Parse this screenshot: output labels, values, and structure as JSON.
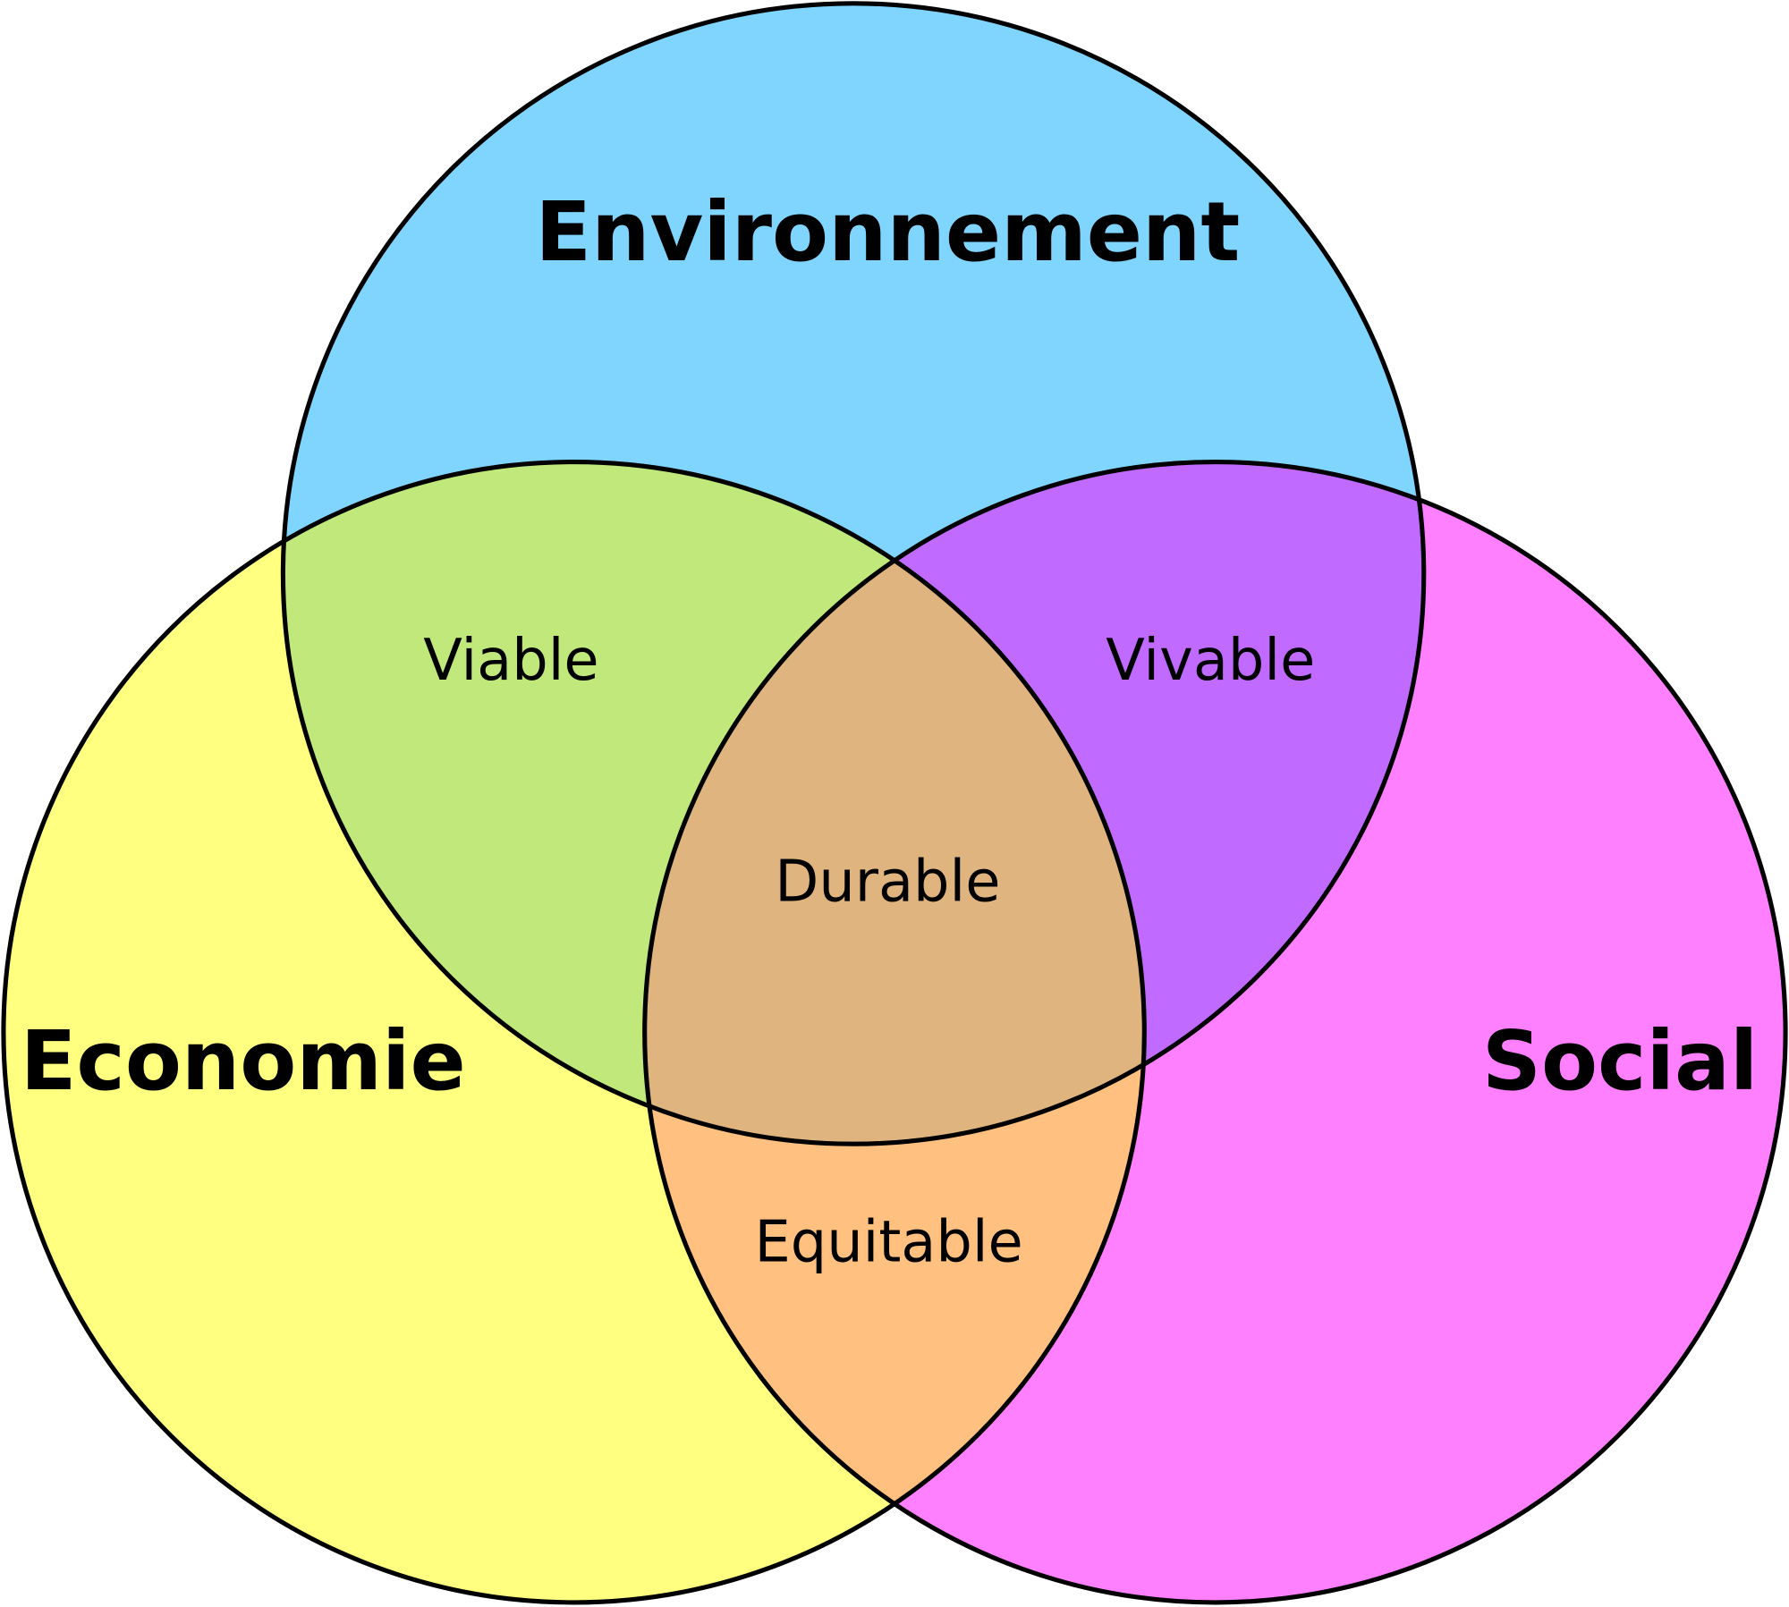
{
  "sets": {
    "environment": {
      "label": "Environnement",
      "color": "#80d5ff"
    },
    "economy": {
      "label": "Economie",
      "color": "#ffff80"
    },
    "social": {
      "label": "Social",
      "color": "#ff80ff"
    }
  },
  "intersections": {
    "environment_economy": {
      "label": "Viable",
      "color": "#c0e87a"
    },
    "environment_social": {
      "label": "Vivable",
      "color": "#c06aff"
    },
    "economy_social": {
      "label": "Equitable",
      "color": "#ffc080"
    },
    "all": {
      "label": "Durable",
      "color": "#e0b47e"
    }
  }
}
